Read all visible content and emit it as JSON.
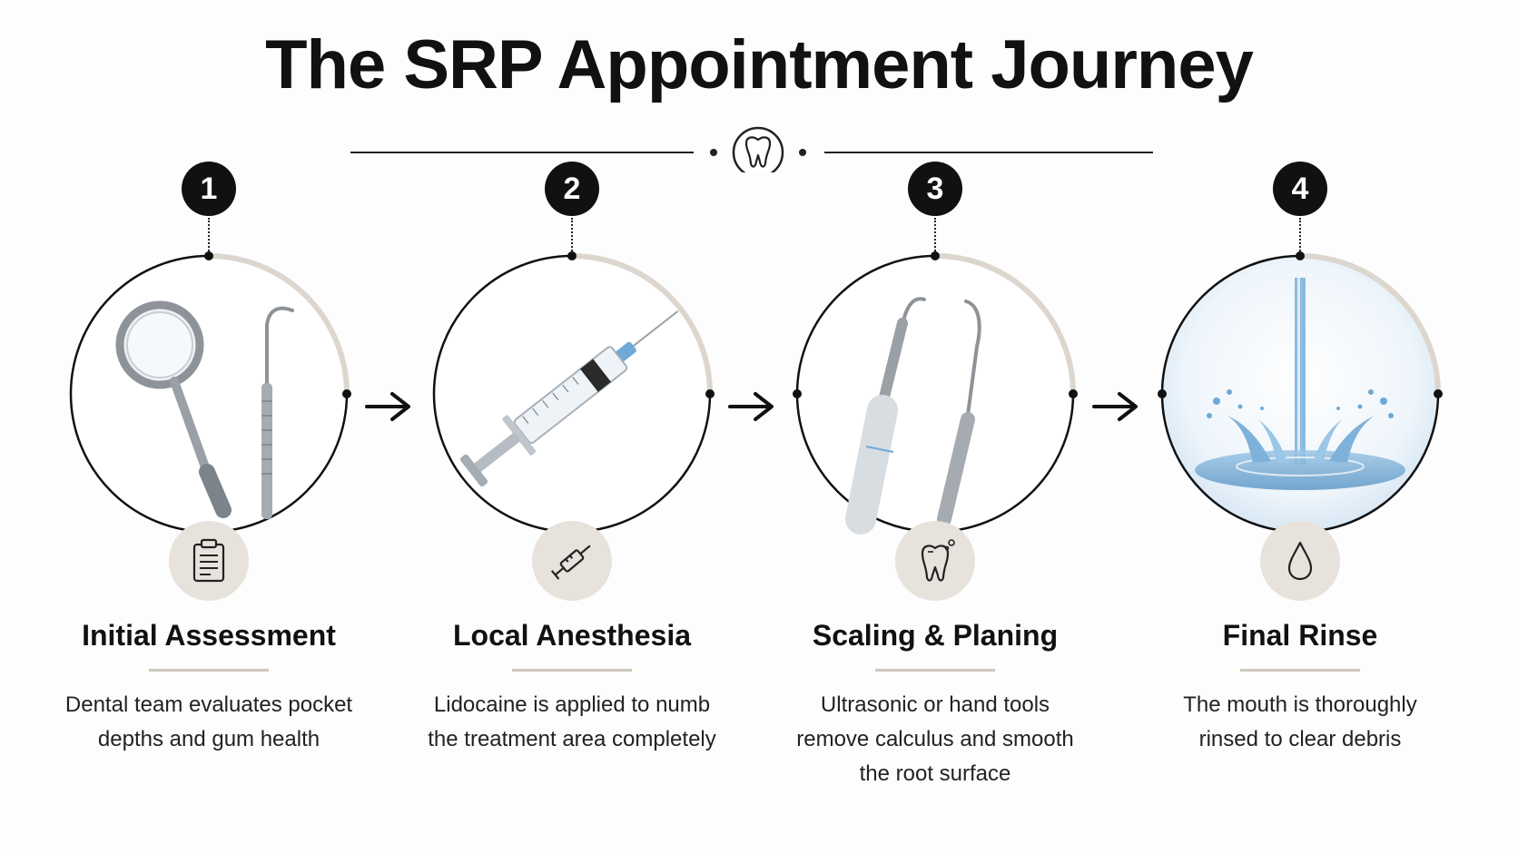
{
  "title": "The SRP Appointment Journey",
  "steps": [
    {
      "number": "1",
      "title": "Initial Assessment",
      "description": "Dental team evaluates pocket depths and gum health",
      "illustration": "mirror-and-probe",
      "icon": "clipboard-icon"
    },
    {
      "number": "2",
      "title": "Local Anesthesia",
      "description": "Lidocaine is applied to numb the treatment area completely",
      "illustration": "syringe",
      "icon": "syringe-icon"
    },
    {
      "number": "3",
      "title": "Scaling & Planing",
      "description": "Ultrasonic or hand tools remove calculus and smooth the root surface",
      "illustration": "scaler-tools",
      "icon": "clean-tooth-icon"
    },
    {
      "number": "4",
      "title": "Final Rinse",
      "description": "The mouth is thoroughly rinsed to clear debris",
      "illustration": "water-splash",
      "icon": "water-drop-icon"
    }
  ],
  "colors": {
    "ink": "#111111",
    "accent_beige": "#e7e2db",
    "ring_light": "#dcd6ce",
    "underline": "#cfc7bd",
    "water_blue": "#6fa9d6"
  }
}
